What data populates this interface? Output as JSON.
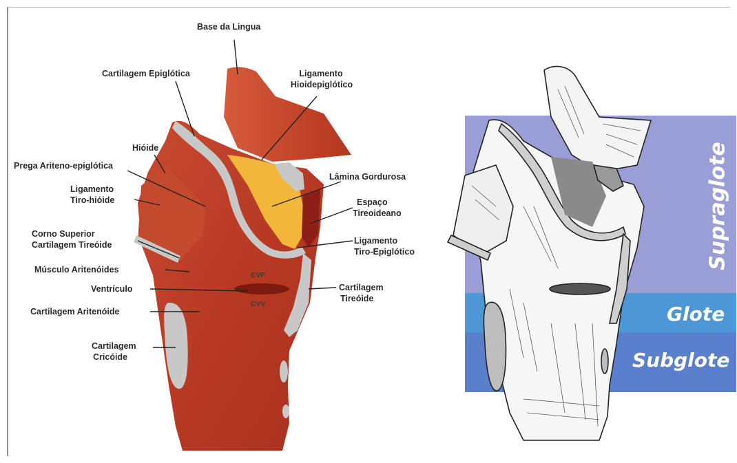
{
  "labels": {
    "base_lingua": "Base da Lingua",
    "cart_epiglotica": "Cartilagem Epiglótica",
    "lig_hioidepiglotico_1": "Ligamento",
    "lig_hioidepiglotico_2": "Hioidepiglótico",
    "hioide": "Hióide",
    "prega": "Prega Ariteno-epiglótica",
    "lig_tiro_hioide_1": "Ligamento",
    "lig_tiro_hioide_2": "Tiro-hióide",
    "lamina": "Lâmina Gordurosa",
    "espaco_1": "Espaço",
    "espaco_2": "Tireoideano",
    "corno_1": "Corno Superior",
    "corno_2": "Cartilagem Tireóide",
    "lig_tiro_epi_1": "Ligamento",
    "lig_tiro_epi_2": "Tiro-Epiglótico",
    "musculo": "Músculo Aritenóides",
    "ventriculo": "Ventrículo",
    "cart_tireoide_1": "Cartilagem",
    "cart_tireoide_2": "Tireóide",
    "cart_aritenoide": "Cartilagem Aritenóide",
    "cart_cricoide_1": "Cartilagem",
    "cart_cricoide_2": "Cricóide",
    "cvf": "CVF",
    "cvv": "CVV"
  },
  "zones": {
    "supraglote": "Supraglote",
    "glote": "Glote",
    "subglote": "Subglote"
  },
  "colors": {
    "supraglote": "#9a9ed6",
    "glote": "#4d97d6",
    "subglote": "#5a7fcc",
    "muscle": "#c0412a",
    "fat": "#f1b93c",
    "cartilage": "#c9c9c9"
  }
}
